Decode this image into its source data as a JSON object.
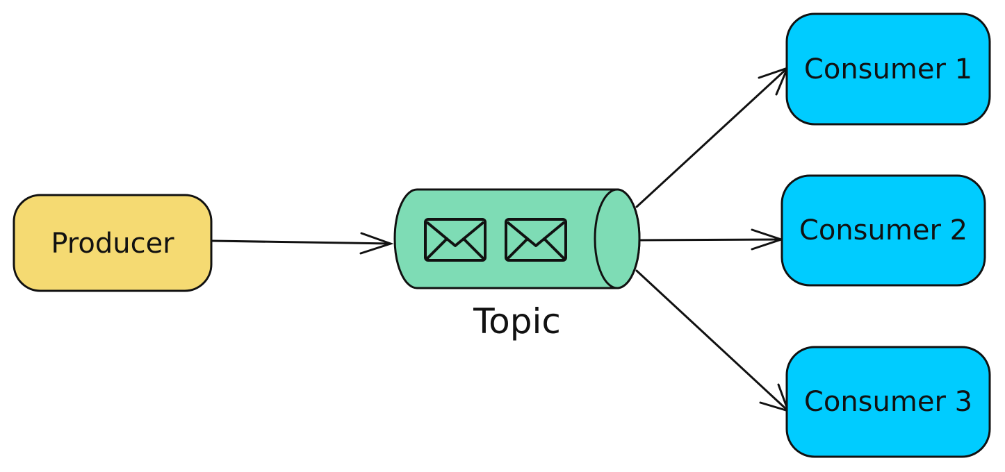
{
  "diagram": {
    "producer": {
      "label": "Producer",
      "fill": "#F5DA72"
    },
    "topic": {
      "label": "Topic",
      "fill": "#7EDCB5",
      "messages": [
        "envelope-icon",
        "envelope-icon"
      ]
    },
    "consumers": [
      {
        "label": "Consumer 1",
        "fill": "#00CCFF"
      },
      {
        "label": "Consumer 2",
        "fill": "#00CCFF"
      },
      {
        "label": "Consumer 3",
        "fill": "#00CCFF"
      }
    ],
    "edges": [
      {
        "from": "Producer",
        "to": "Topic"
      },
      {
        "from": "Topic",
        "to": "Consumer 1"
      },
      {
        "from": "Topic",
        "to": "Consumer 2"
      },
      {
        "from": "Topic",
        "to": "Consumer 3"
      }
    ]
  }
}
